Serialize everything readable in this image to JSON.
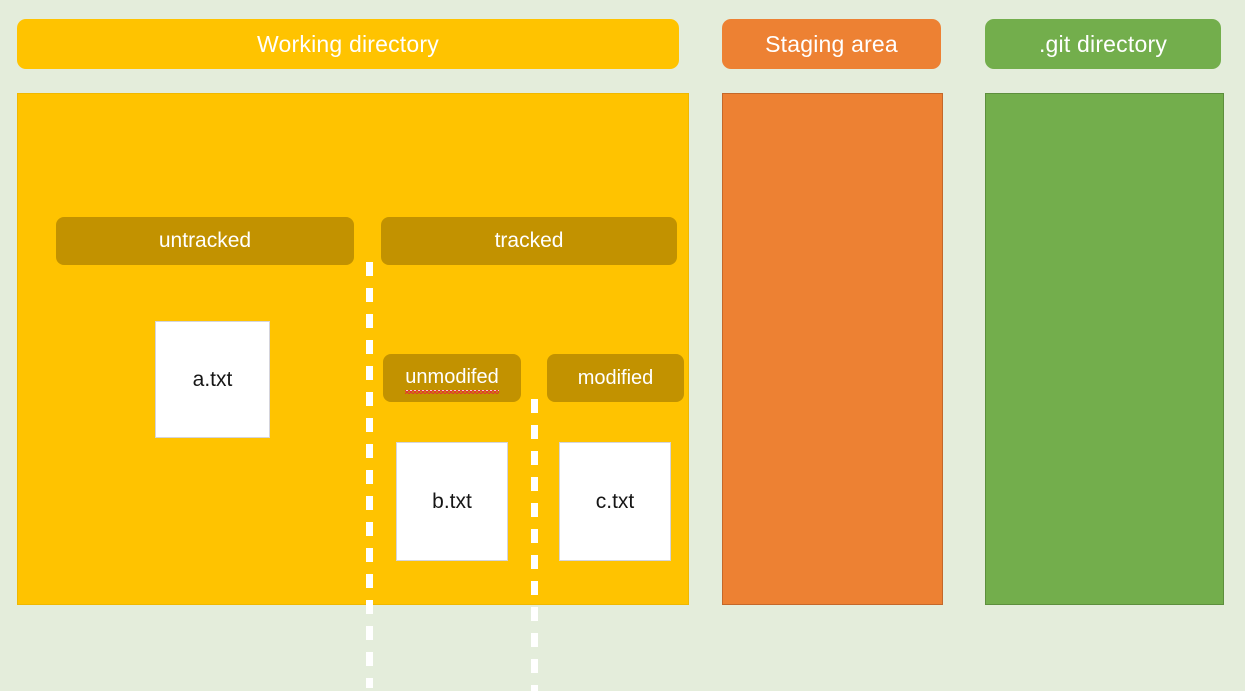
{
  "diagram": {
    "title": "Git file states across working directory, staging area and .git directory",
    "background_color": "#e4eddb"
  },
  "columns": [
    {
      "id": "working-directory",
      "header": "Working directory",
      "header_color": "#ffc300",
      "panel_color": "#ffc300"
    },
    {
      "id": "staging-area",
      "header": "Staging area",
      "header_color": "#ed8133",
      "panel_color": "#ed8133"
    },
    {
      "id": "git-directory",
      "header": ".git directory",
      "header_color": "#73ae4c",
      "panel_color": "#73ae4c"
    }
  ],
  "working_directory": {
    "label_color": "#c29200",
    "groups": [
      {
        "id": "untracked",
        "label": "untracked"
      },
      {
        "id": "tracked",
        "label": "tracked"
      }
    ],
    "tracked_states": [
      {
        "id": "unmodified",
        "label": "unmodifed",
        "misspelled": true,
        "spellcheck_underline_color": "#e23b2e"
      },
      {
        "id": "modified",
        "label": "modified",
        "misspelled": false
      }
    ],
    "files": [
      {
        "id": "a",
        "name": "a.txt",
        "group": "untracked"
      },
      {
        "id": "b",
        "name": "b.txt",
        "group": "unmodified"
      },
      {
        "id": "c",
        "name": "c.txt",
        "group": "modified"
      }
    ],
    "dividers": [
      {
        "id": "untracked-tracked-divider",
        "style": "dashed",
        "color": "#ffffff"
      },
      {
        "id": "unmodified-modified-divider",
        "style": "dashed",
        "color": "#ffffff"
      }
    ]
  },
  "staging_area": {
    "files": []
  },
  "git_directory": {
    "files": []
  }
}
